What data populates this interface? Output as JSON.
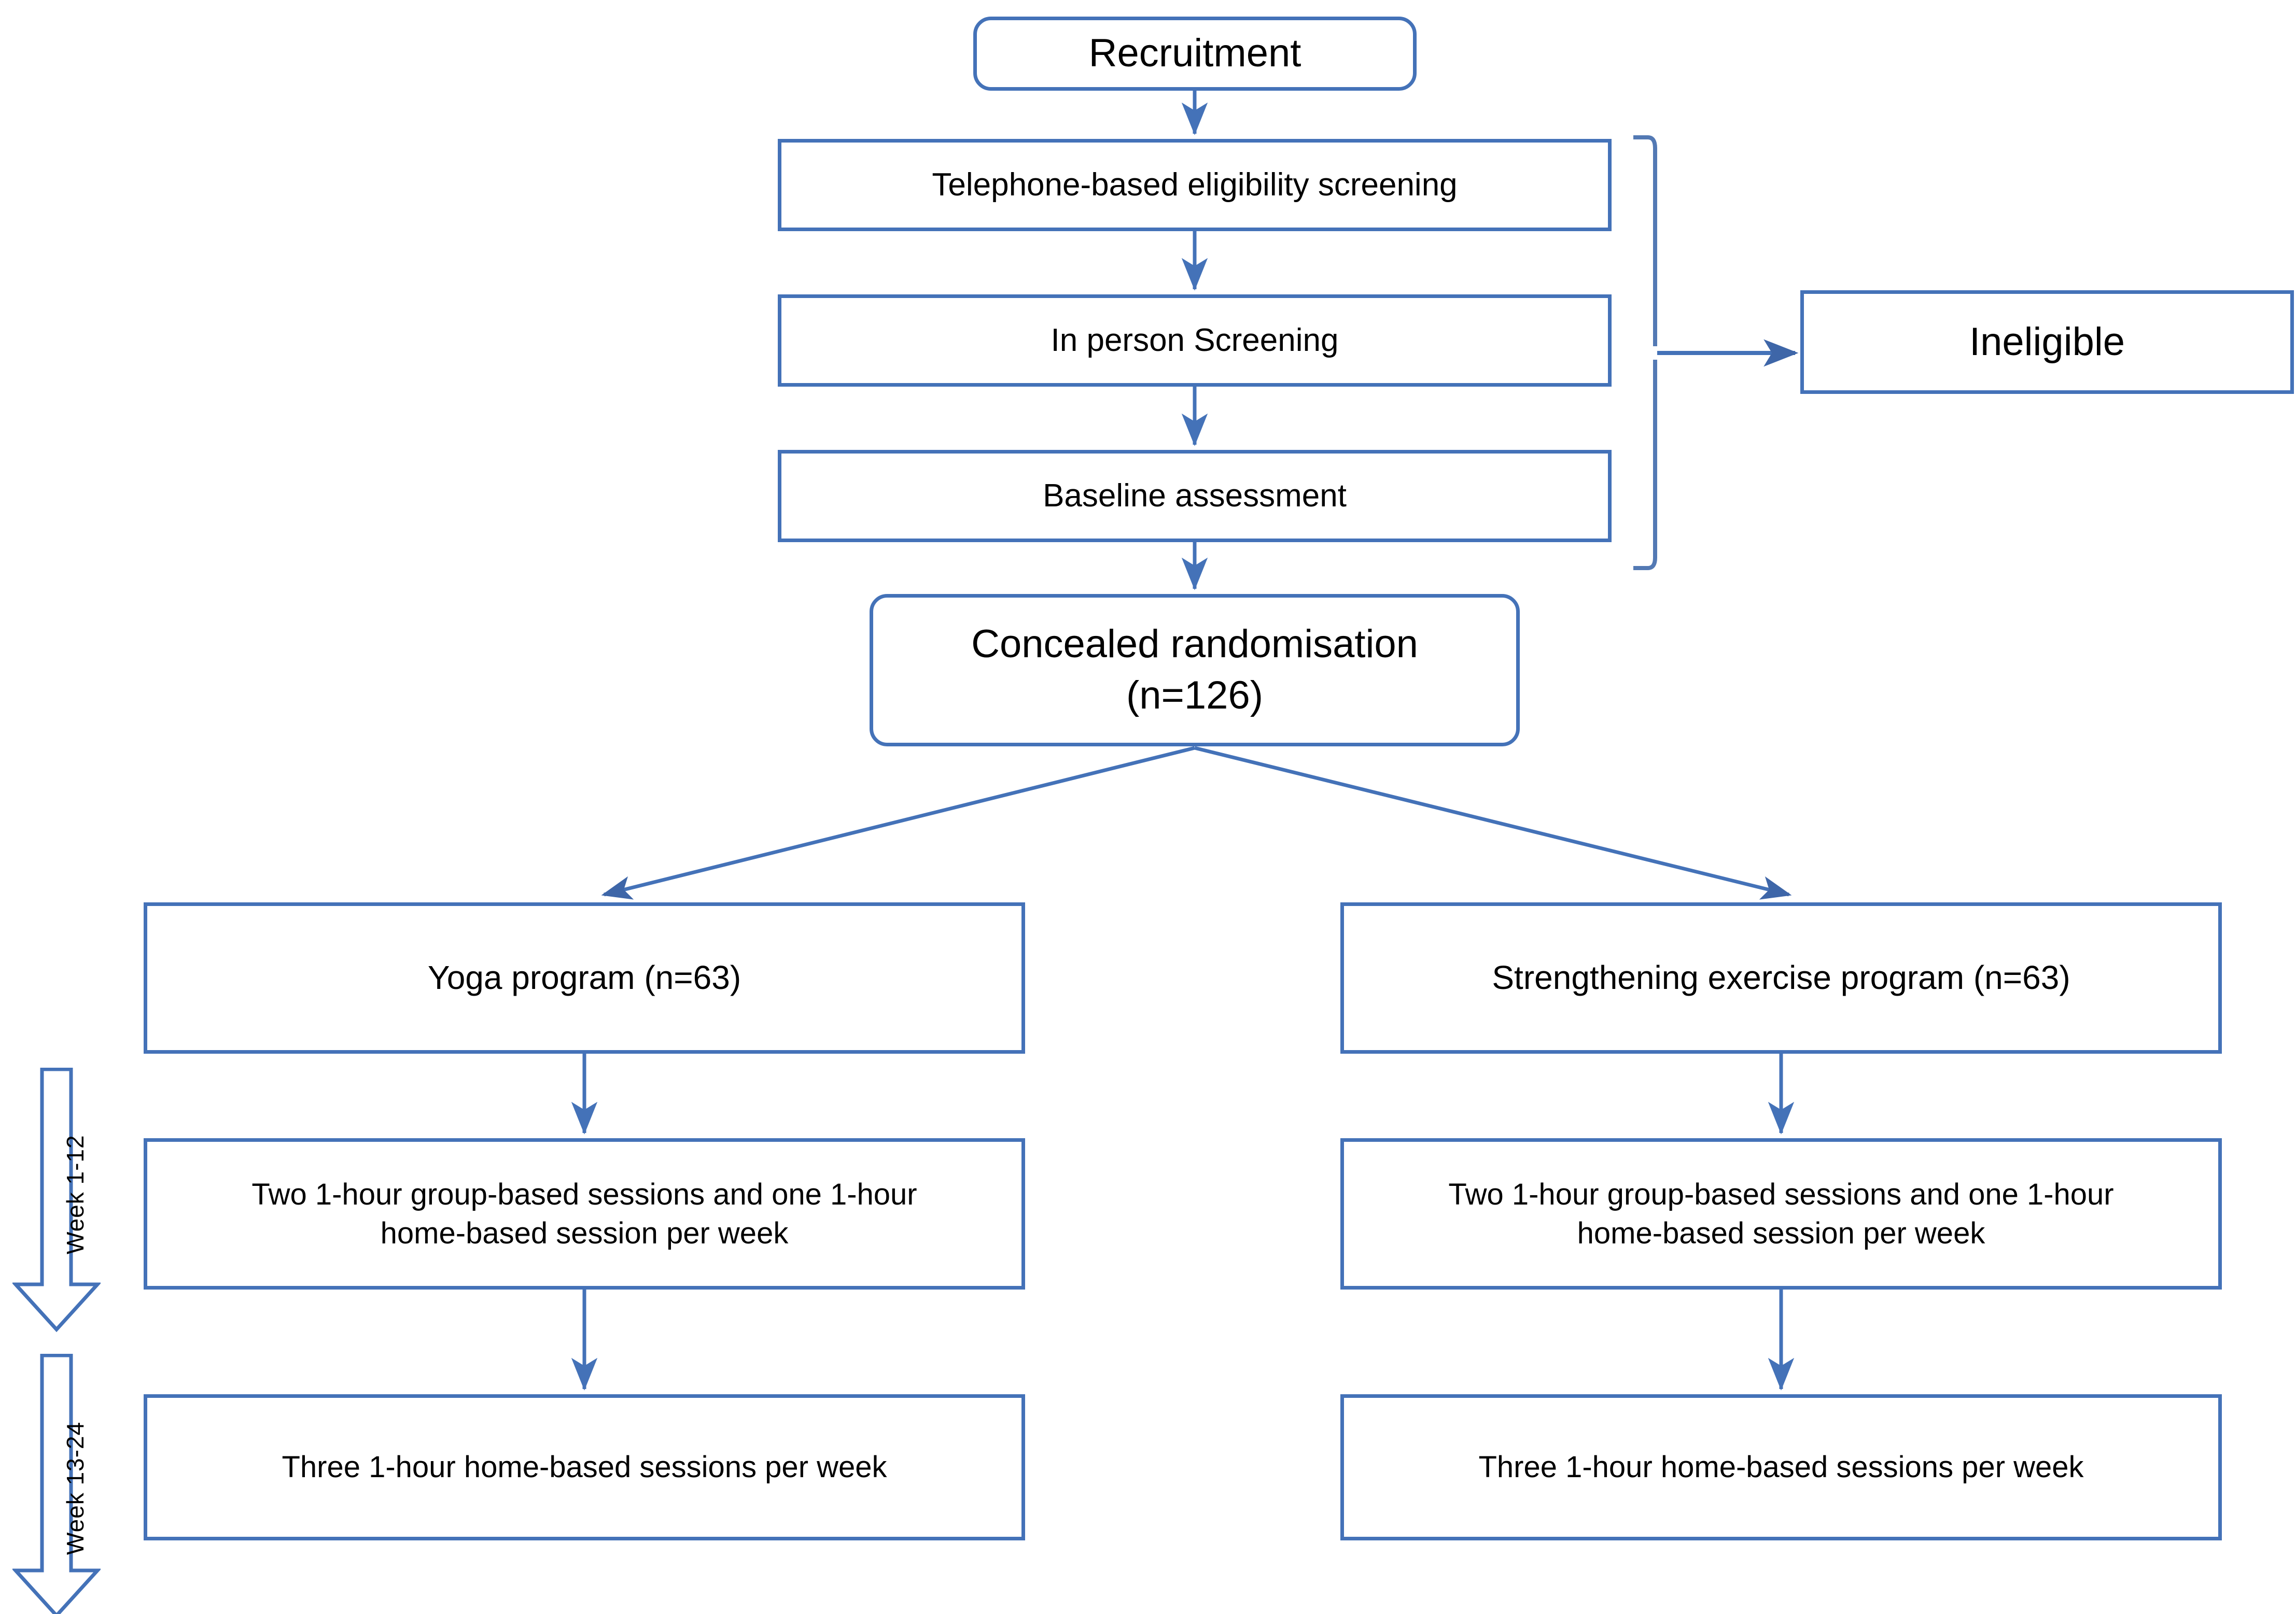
{
  "diagram": {
    "title": "Trial flow diagram",
    "accent_color": "#4472B8",
    "text_color": "#000000",
    "background_color": "#FFFFFF"
  },
  "nodes": {
    "recruitment": {
      "label": "Recruitment",
      "shape": "rounded-rectangle"
    },
    "telephone_screening": {
      "label": "Telephone-based  eligibility screening",
      "shape": "rectangle"
    },
    "in_person_screening": {
      "label": "In person Screening",
      "shape": "rectangle"
    },
    "baseline_assessment": {
      "label": "Baseline assessment",
      "shape": "rectangle"
    },
    "ineligible": {
      "label": "Ineligible",
      "shape": "rectangle"
    },
    "randomisation": {
      "line1": "Concealed randomisation",
      "line2": "(n=126)",
      "shape": "rounded-rectangle",
      "n": 126
    }
  },
  "arms": {
    "left": {
      "program": {
        "label": "Yoga program (n=63)",
        "n": 63
      },
      "phase1": {
        "line1": "Two 1-hour group-based sessions and one 1-hour",
        "line2": "home-based session per week"
      },
      "phase2": {
        "label": "Three 1-hour home-based sessions per week"
      }
    },
    "right": {
      "program": {
        "label": "Strengthening exercise program (n=63)",
        "n": 63
      },
      "phase1": {
        "line1": "Two 1-hour group-based sessions and one 1-hour",
        "line2": "home-based session per week"
      },
      "phase2": {
        "label": "Three 1-hour home-based sessions per week"
      }
    }
  },
  "timeline": {
    "band1": {
      "label": "Week 1-12"
    },
    "band2": {
      "label": "Week 13-24"
    }
  },
  "connectors": {
    "recruitment_to_telephone": "arrow-down",
    "telephone_to_inperson": "arrow-down",
    "inperson_to_baseline": "arrow-down",
    "baseline_to_randomisation": "arrow-down",
    "screening_bracket_to_ineligible": "arrow-right",
    "randomisation_to_left_arm": "arrow-diagonal-left",
    "randomisation_to_right_arm": "arrow-diagonal-right",
    "left_program_to_phase1": "arrow-down",
    "left_phase1_to_phase2": "arrow-down",
    "right_program_to_phase1": "arrow-down",
    "right_phase1_to_phase2": "arrow-down"
  }
}
